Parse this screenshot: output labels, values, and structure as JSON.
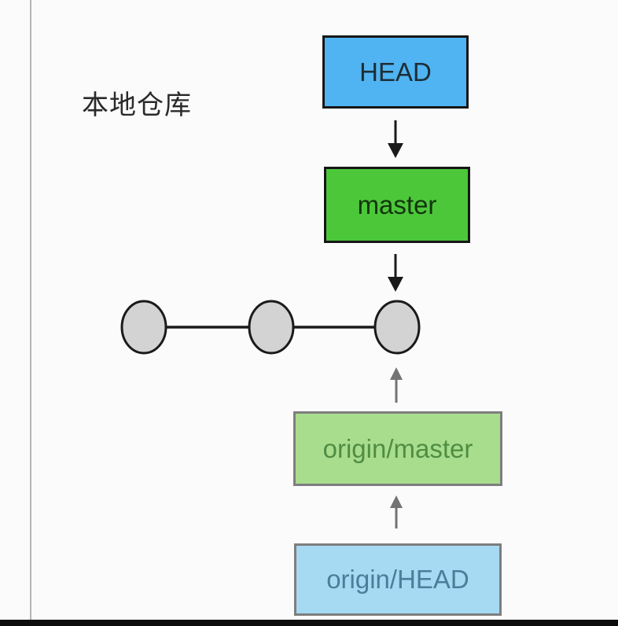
{
  "page": {
    "background": "#fbfbfb",
    "divider_color": "#b5b5b5",
    "bottom_bar_color": "#0d0d0d"
  },
  "diagram": {
    "title": "本地仓库",
    "title_color": "#2a2a2a",
    "head": {
      "label": "HEAD",
      "fill": "#4fb4f1",
      "border": "#161616",
      "text_color": "#1f2d36"
    },
    "master": {
      "label": "master",
      "fill": "#4cc73a",
      "border": "#161616",
      "text_color": "#12350d"
    },
    "origin_master": {
      "label": "origin/master",
      "fill": "#a9dd8e",
      "border": "#7e7e7e",
      "text_color": "#4f8d42"
    },
    "origin_head": {
      "label": "origin/HEAD",
      "fill": "#a6daf3",
      "border": "#7e7e7e",
      "text_color": "#4c7d9b"
    },
    "commits": {
      "count": 3,
      "fill": "#d3d3d3",
      "stroke": "#1a1a1a"
    },
    "arrows": {
      "black": "#1a1a1a",
      "gray": "#737373"
    }
  }
}
